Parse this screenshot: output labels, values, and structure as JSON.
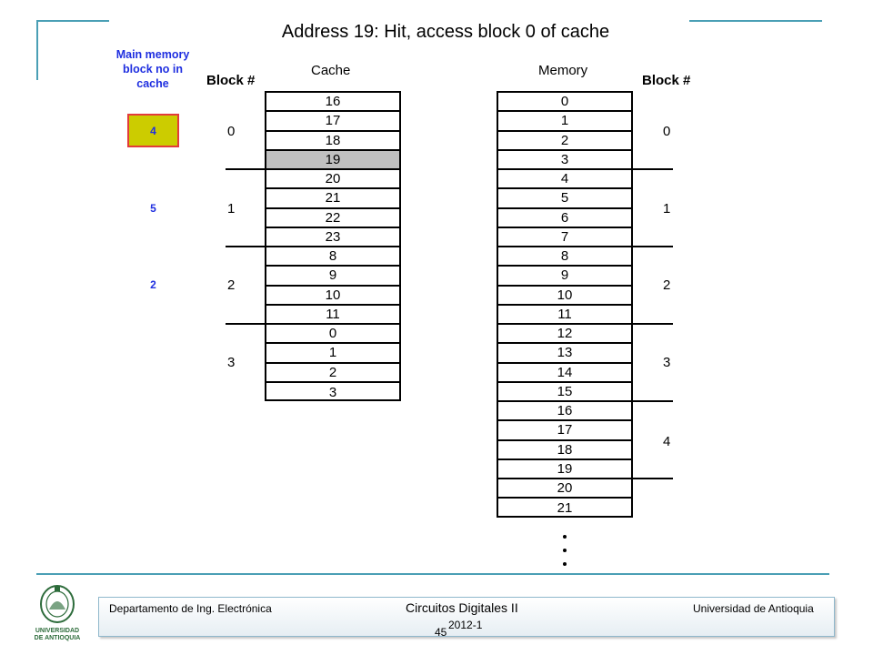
{
  "title": "Address 19: Hit, access block 0 of cache",
  "main_memory_header": [
    "Main memory",
    "block no in",
    "cache"
  ],
  "cache_block_header": "Block #",
  "cache_header": "Cache",
  "memory_header": "Memory",
  "memory_block_header": "Block #",
  "cache_tags": [
    {
      "value": "4",
      "highlighted": true
    },
    {
      "value": "5",
      "highlighted": false
    },
    {
      "value": "2",
      "highlighted": false
    }
  ],
  "cache_block_labels": [
    "0",
    "1",
    "2",
    "3"
  ],
  "cache_cells": [
    "16",
    "17",
    "18",
    "19",
    "20",
    "21",
    "22",
    "23",
    "8",
    "9",
    "10",
    "11",
    "0",
    "1",
    "2",
    "3"
  ],
  "cache_highlight_index": 3,
  "memory_block_labels": [
    "0",
    "1",
    "2",
    "3",
    "4"
  ],
  "memory_cells": [
    "0",
    "1",
    "2",
    "3",
    "4",
    "5",
    "6",
    "7",
    "8",
    "9",
    "10",
    "11",
    "12",
    "13",
    "14",
    "15",
    "16",
    "17",
    "18",
    "19",
    "20",
    "21"
  ],
  "footer": {
    "department": "Departamento de Ing. Electrónica",
    "course": "Circuitos Digitales II",
    "semester": "2012-1",
    "university": "Universidad de Antioquia",
    "page": "45"
  },
  "logo_text": [
    "UNIVERSIDAD",
    "DE ANTIOQUIA"
  ],
  "colors": {
    "accent_teal": "#4a9fb5",
    "tag_blue": "#1f2fe0",
    "tag_highlight_fill": "#cccc00",
    "tag_highlight_border": "#e23b3b",
    "hit_cell_fill": "#c0c0c0"
  }
}
